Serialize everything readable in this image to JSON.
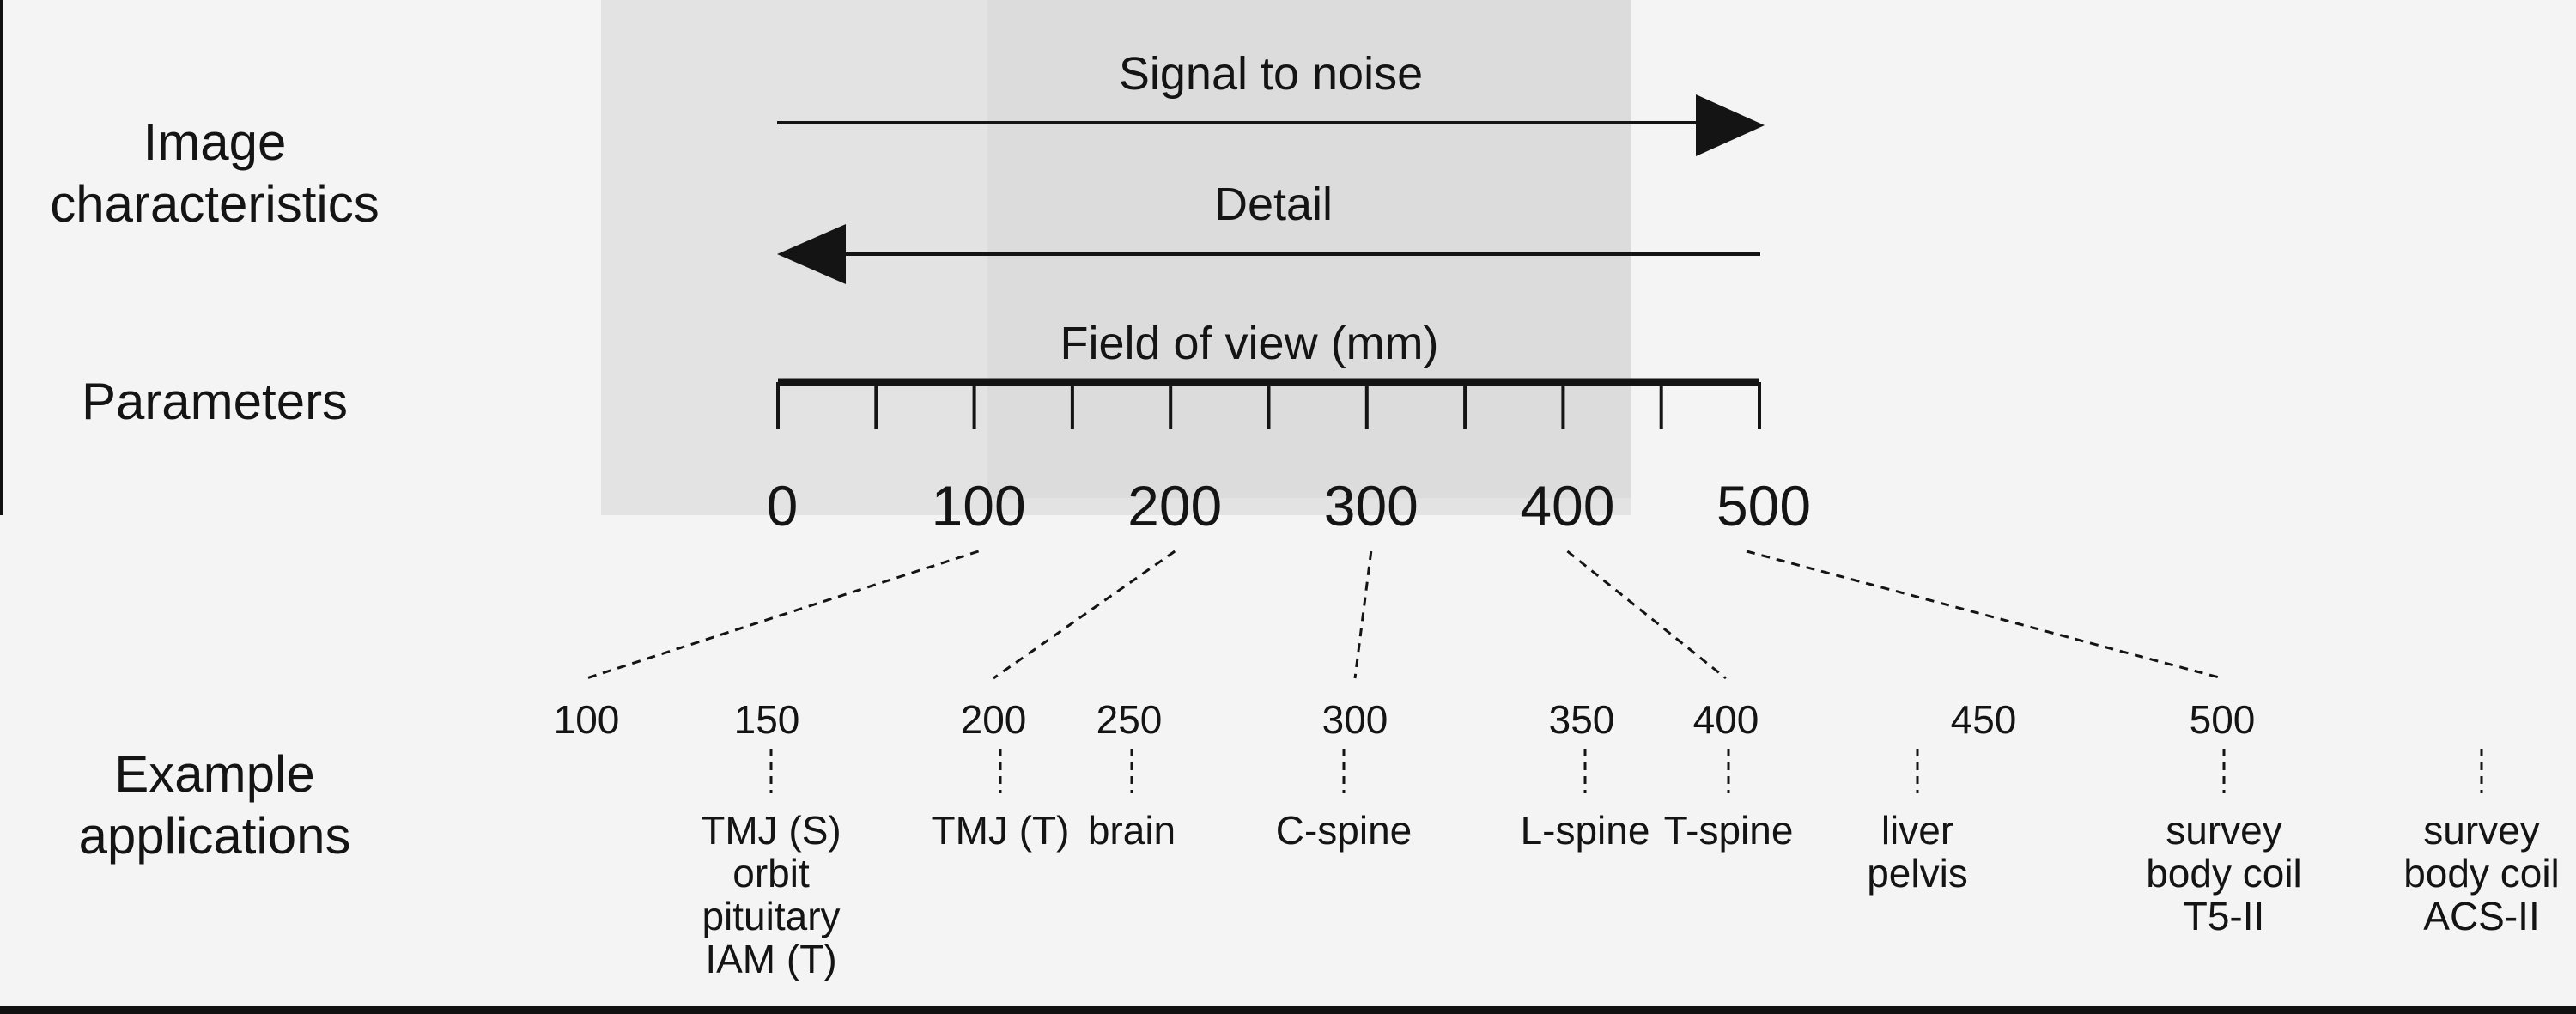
{
  "row_labels": {
    "image_characteristics": [
      "Image",
      "characteristics"
    ],
    "parameters": "Parameters",
    "example_applications": [
      "Example",
      "applications"
    ]
  },
  "arrows": {
    "signal_to_noise": "Signal to noise",
    "detail": "Detail"
  },
  "fov_axis": {
    "title": "Field of view (mm)",
    "range": [
      0,
      500
    ],
    "minor_step": 50,
    "major_labels": [
      "0",
      "100",
      "200",
      "300",
      "400",
      "500"
    ]
  },
  "example_scale": {
    "values": [
      "100",
      "150",
      "200",
      "250",
      "300",
      "350",
      "400",
      "450",
      "500"
    ]
  },
  "applications": [
    {
      "lines": [
        "TMJ (S)",
        "orbit",
        "pituitary",
        "IAM (T)"
      ]
    },
    {
      "lines": [
        "TMJ (T)"
      ]
    },
    {
      "lines": [
        "brain"
      ]
    },
    {
      "lines": [
        "C-spine"
      ]
    },
    {
      "lines": [
        "L-spine"
      ]
    },
    {
      "lines": [
        "T-spine"
      ]
    },
    {
      "lines": [
        "liver",
        "pelvis"
      ]
    },
    {
      "lines": [
        "survey",
        "body coil",
        "T5-II"
      ]
    },
    {
      "lines": [
        "survey",
        "body coil",
        "ACS-II"
      ]
    }
  ]
}
